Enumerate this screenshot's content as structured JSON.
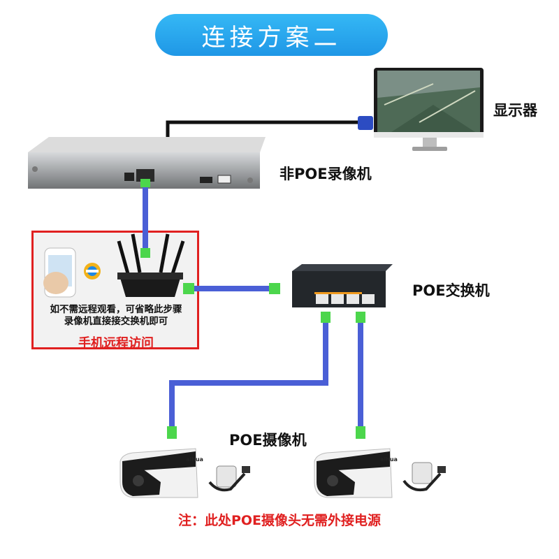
{
  "title": "连接方案二",
  "devices": {
    "monitor": "显示器",
    "nvr": "非POE录像机",
    "switch": "POE交换机",
    "cameras": "POE摄像机"
  },
  "router_box": {
    "note_line1": "如不需远程观看，可省略此步骤",
    "note_line2": "录像机直接接交换机即可",
    "remote_label": "手机远程访问"
  },
  "camera_brand": "alhua",
  "footnote": "注：此处POE摄像头无需外接电源",
  "colors": {
    "title_bg": "#1f97e6",
    "cable_blue": "#4a5fd6",
    "hdmi_cable": "#111111",
    "connector_green": "#4cd64c",
    "warning_red": "#e02020"
  }
}
